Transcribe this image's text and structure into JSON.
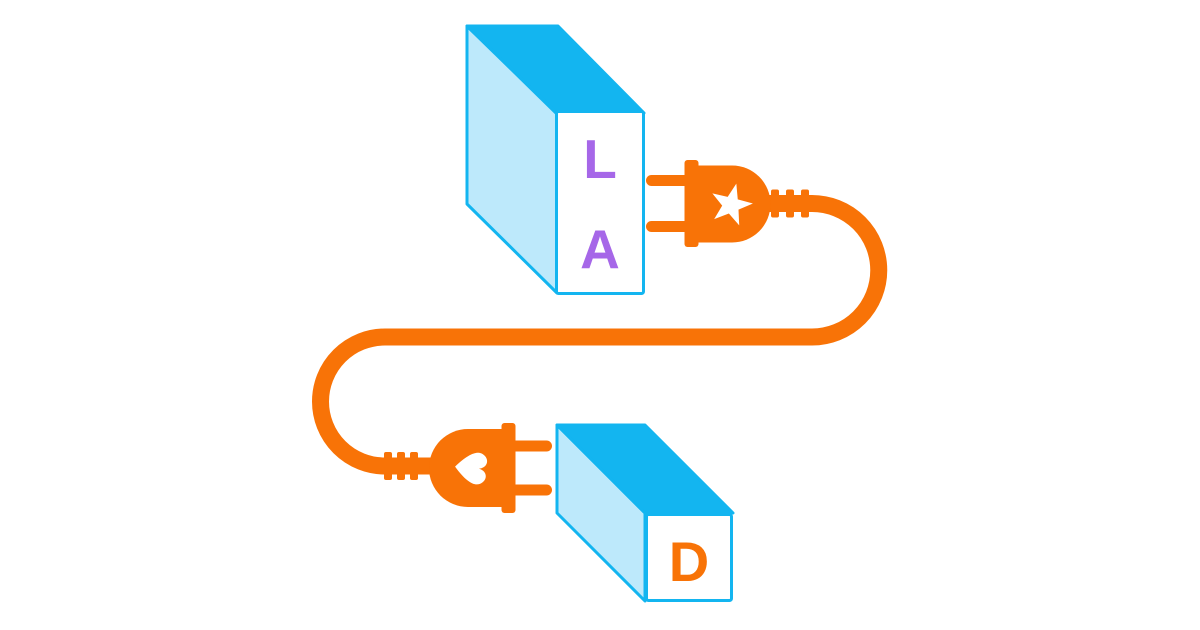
{
  "illustration": {
    "name": "plug-connection-illustration",
    "background": "#FFFFFF",
    "colors": {
      "orange": "#F87307",
      "cyan": "#13B5F0",
      "light_blue": "#BDE9FB",
      "purple": "#A667E8",
      "white": "#FFFFFF",
      "background": "#FFFFFF"
    },
    "box_top": {
      "name": "box-la",
      "letters": {
        "0": "L",
        "1": "A"
      },
      "letter_color": "#A667E8"
    },
    "box_bottom": {
      "name": "box-d",
      "letters": {
        "0": "D"
      },
      "letter_color": "#F87307"
    },
    "plug_top": {
      "icon": "star-icon",
      "facing": "left"
    },
    "plug_bottom": {
      "icon": "heart-icon",
      "facing": "right"
    },
    "cable": {
      "color": "#F87307",
      "shape": "s-curve"
    }
  }
}
